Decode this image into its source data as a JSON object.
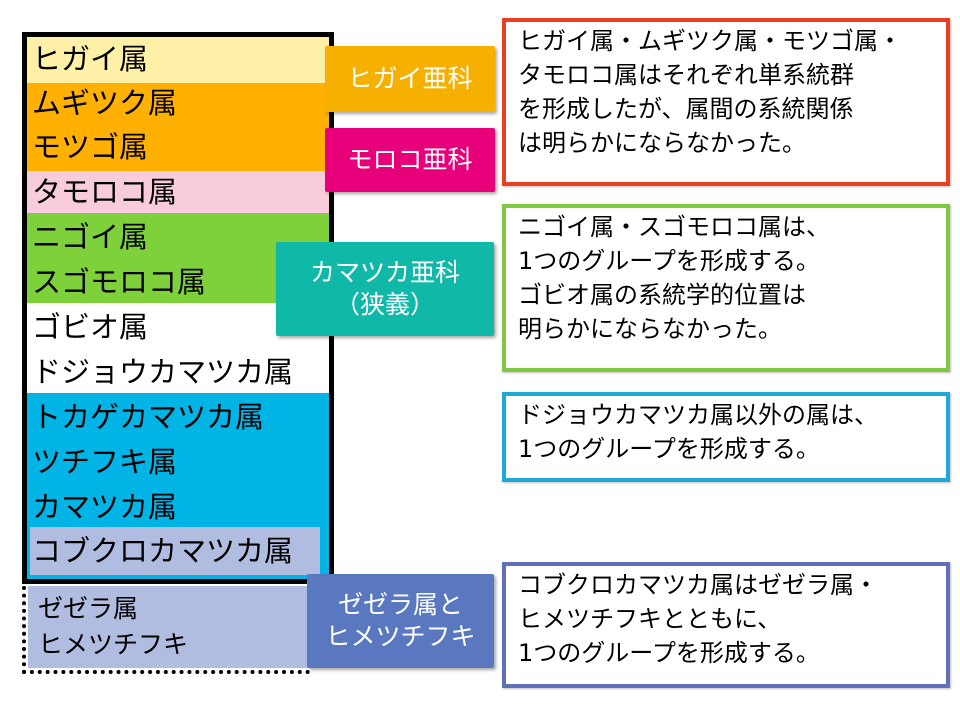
{
  "genera": {
    "higai": "ヒガイ属",
    "mugitsuku": "ムギツク属",
    "motsugo": "モツゴ属",
    "tamoroko": "タモロコ属",
    "nigoi": "ニゴイ属",
    "sugomoroko": "スゴモロコ属",
    "gobio": "ゴビオ属",
    "dojoukamatsuka": "ドジョウカマツカ属",
    "tokagekamatsuka": "トカゲカマツカ属",
    "tsuchifuki": "ツチフキ属",
    "kamatsuka": "カマツカ属",
    "kobukurokamatsuka": "コブクロカマツカ属",
    "zezera": "ゼゼラ属",
    "himetsuchifuki": "ヒメツチフキ"
  },
  "subfamilies": {
    "higai": "ヒガイ亜科",
    "moroko": "モロコ亜科",
    "kamatsuka_line1": "カマツカ亜科",
    "kamatsuka_line2": "（狭義）",
    "zezera_line1": "ゼゼラ属と",
    "zezera_line2": "ヒメツチフキ"
  },
  "notes": {
    "note1": "ヒガイ属・ムギツク属・モツゴ属・\nタモロコ属はそれぞれ単系統群\nを形成したが、属間の系統関係\nは明らかにならなかった。",
    "note2": "ニゴイ属・スゴモロコ属は、\n1つのグループを形成する。\nゴビオ属の系統学的位置は\n明らかにならなかった。",
    "note3": "ドジョウカマツカ属以外の属は、\n1つのグループを形成する。",
    "note4": "コブクロカマツカ属はゼゼラ属・\nヒメツチフキとともに、\n1つのグループを形成する。"
  },
  "colors": {
    "higai_band": "#FFF0A8",
    "orange_band": "#FFB000",
    "pink_band": "#F8CCDC",
    "green_band": "#7FD13B",
    "white_band": "#FFFFFF",
    "cyan_band": "#00B4E6",
    "lavender_band": "#B0BCE0",
    "higai_label": "#F5B000",
    "moroko_label": "#E8007A",
    "kamatsuka_label": "#10B8A8",
    "zezera_label": "#5A78C0",
    "note1_border": "#E84020",
    "note2_border": "#80C840",
    "note3_border": "#20A8D8",
    "note4_border": "#6070B8"
  }
}
